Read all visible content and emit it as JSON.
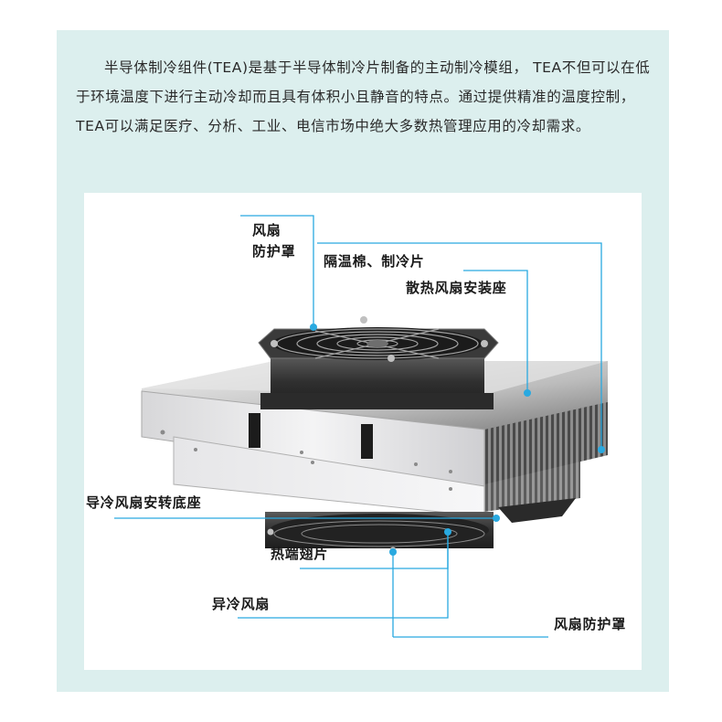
{
  "intro_text": "半导体制冷组件(TEA)是基于半导体制冷片制备的主动制冷模组， TEA不但可以在低于环境温度下进行主动冷却而且具有体积小且静音的特点。通过提供精准的温度控制，TEA可以满足医疗、分析、工业、电信市场中绝大多数热管理应用的冷却需求。",
  "labels": {
    "fan_guard_top_line1": "风扇",
    "fan_guard_top_line2": "防护罩",
    "insulation_chip": "隔温棉、制冷片",
    "heat_fan_mount": "散热风扇安装座",
    "cold_fan_base": "导冷风扇安转底座",
    "hot_fins": "热端翅片",
    "cold_fan": "异冷风扇",
    "fan_guard_bottom": "风扇防护罩"
  },
  "colors": {
    "panel_bg": "#dcefee",
    "leader_line": "#29a9e0"
  }
}
